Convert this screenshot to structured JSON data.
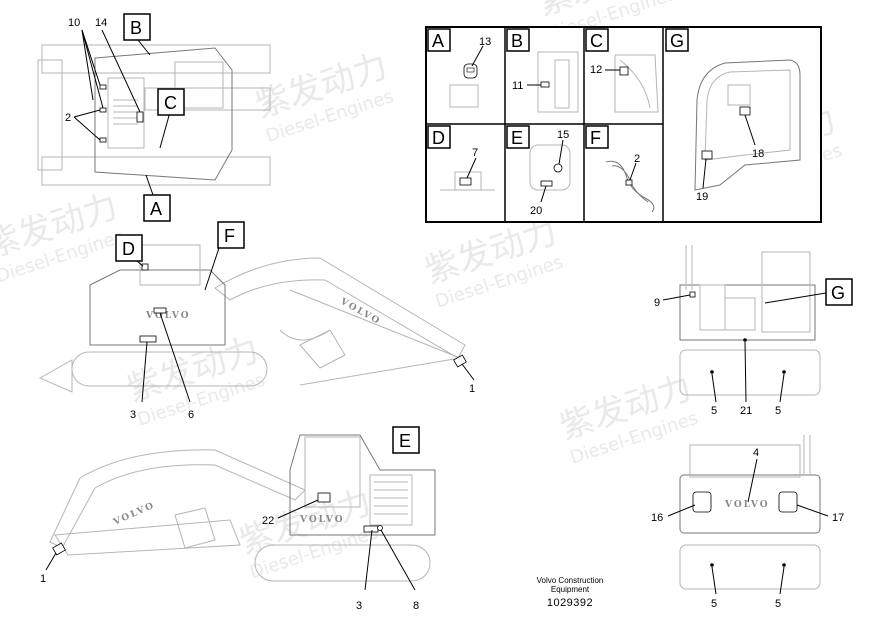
{
  "watermark": {
    "cn": "紫发动力",
    "en": "Diesel-Engines"
  },
  "brand": "VOLVO",
  "panels": {
    "A": {
      "letter": "A",
      "items": [
        "13"
      ]
    },
    "B": {
      "letter": "B",
      "items": [
        "11"
      ]
    },
    "C": {
      "letter": "C",
      "items": [
        "12"
      ]
    },
    "D": {
      "letter": "D",
      "items": [
        "7"
      ]
    },
    "E": {
      "letter": "E",
      "items": [
        "15",
        "20"
      ]
    },
    "F": {
      "letter": "F",
      "items": [
        "2"
      ]
    },
    "G": {
      "letter": "G",
      "items": [
        "18",
        "19"
      ]
    }
  },
  "top_view": {
    "callouts": [
      "10",
      "14",
      "2"
    ],
    "boxes": [
      "B",
      "C",
      "A"
    ]
  },
  "left_side_view": {
    "callouts": [
      "1",
      "3",
      "6"
    ],
    "boxes": [
      "D",
      "F"
    ]
  },
  "right_side_view": {
    "callouts": [
      "1",
      "22",
      "3",
      "8"
    ],
    "boxes": [
      "E"
    ]
  },
  "front_view": {
    "callouts": [
      "9",
      "21",
      "5",
      "5"
    ],
    "boxes": [
      "G"
    ]
  },
  "rear_view": {
    "callouts": [
      "4",
      "16",
      "17",
      "5",
      "5"
    ]
  },
  "footer": {
    "line1": "Volvo Construction",
    "line2": "Equipment",
    "number": "1029392"
  }
}
